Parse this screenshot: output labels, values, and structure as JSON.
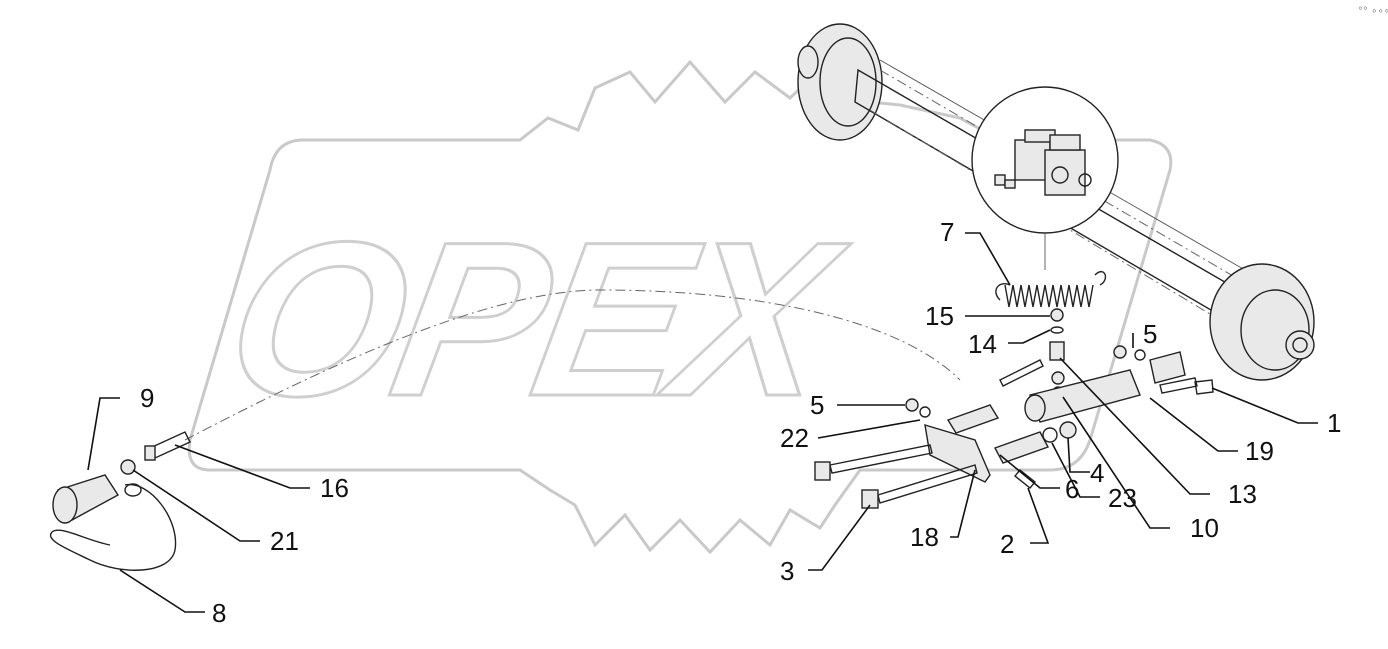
{
  "watermark": {
    "text": "OPEX"
  },
  "corner_mark": "°° ∘∘∘",
  "callouts": [
    {
      "id": "c1",
      "label": "1"
    },
    {
      "id": "c2",
      "label": "2"
    },
    {
      "id": "c3",
      "label": "3"
    },
    {
      "id": "c4",
      "label": "4"
    },
    {
      "id": "c5a",
      "label": "5"
    },
    {
      "id": "c5b",
      "label": "5"
    },
    {
      "id": "c6",
      "label": "6"
    },
    {
      "id": "c7",
      "label": "7"
    },
    {
      "id": "c8",
      "label": "8"
    },
    {
      "id": "c9",
      "label": "9"
    },
    {
      "id": "c10",
      "label": "10"
    },
    {
      "id": "c13",
      "label": "13"
    },
    {
      "id": "c14",
      "label": "14"
    },
    {
      "id": "c15",
      "label": "15"
    },
    {
      "id": "c16",
      "label": "16"
    },
    {
      "id": "c18",
      "label": "18"
    },
    {
      "id": "c19",
      "label": "19"
    },
    {
      "id": "c21",
      "label": "21"
    },
    {
      "id": "c22",
      "label": "22"
    },
    {
      "id": "c23",
      "label": "23"
    }
  ]
}
